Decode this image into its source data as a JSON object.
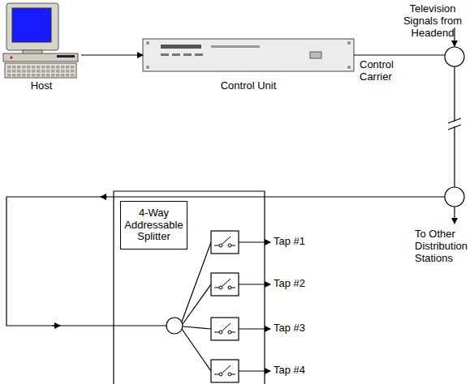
{
  "diagram": {
    "nodes": [
      {
        "text": [
          "Host"
        ]
      },
      {
        "text": [
          "Control Unit"
        ]
      },
      {
        "text": [
          "4-Way Addressable Splitter"
        ]
      }
    ],
    "edges": [
      {
        "from": 0,
        "to": 1,
        "arrow": "to"
      }
    ],
    "labels": [
      "Television Signals from Headend",
      "Control Carrier",
      "To Other Distribution Stations",
      "Tap #1",
      "Tap #2",
      "Tap #3",
      "Tap #4"
    ]
  }
}
